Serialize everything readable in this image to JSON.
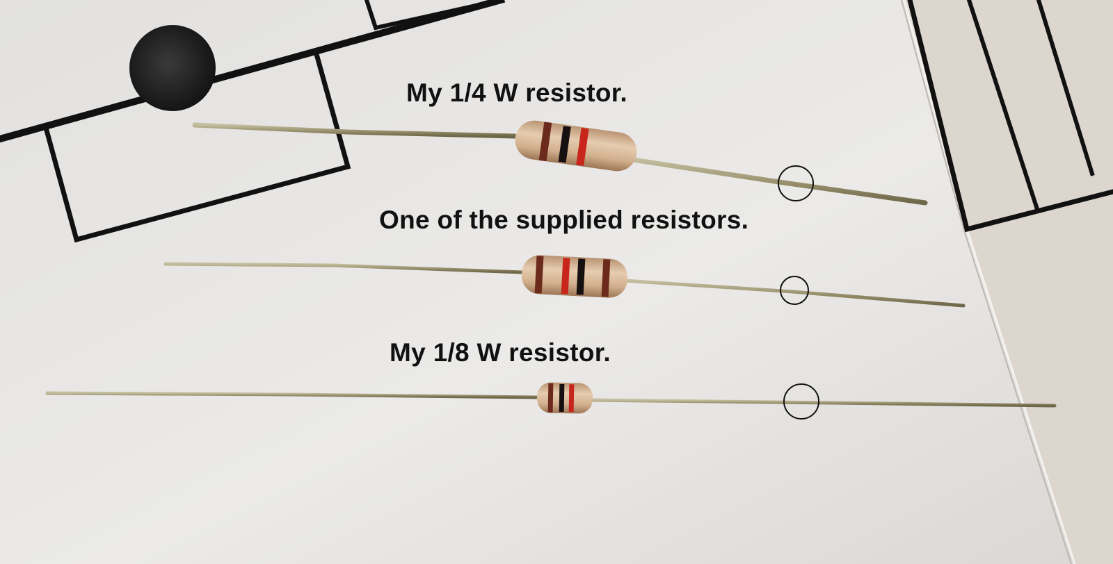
{
  "captions": {
    "quarter_watt": "My 1/4 W resistor.",
    "supplied": "One of the supplied resistors.",
    "eighth_watt": "My 1/8 W resistor."
  },
  "colors": {
    "paper": "#e8e7e5",
    "paper_shadow": "#cfccc8",
    "ink": "#111111",
    "resistor_body": "#d8b894",
    "lead_wire": "#9c9470",
    "band_brown": "#6b2a1c",
    "band_red": "#c8261c",
    "band_black": "#161010"
  },
  "resistors": [
    {
      "name": "quarter-watt",
      "bands": [
        "band_brown",
        "band_black",
        "band_red"
      ]
    },
    {
      "name": "supplied",
      "bands": [
        "band_brown",
        "band_red",
        "band_black",
        "band_brown"
      ]
    },
    {
      "name": "eighth-watt",
      "bands": [
        "band_brown",
        "band_black",
        "band_red"
      ]
    }
  ]
}
